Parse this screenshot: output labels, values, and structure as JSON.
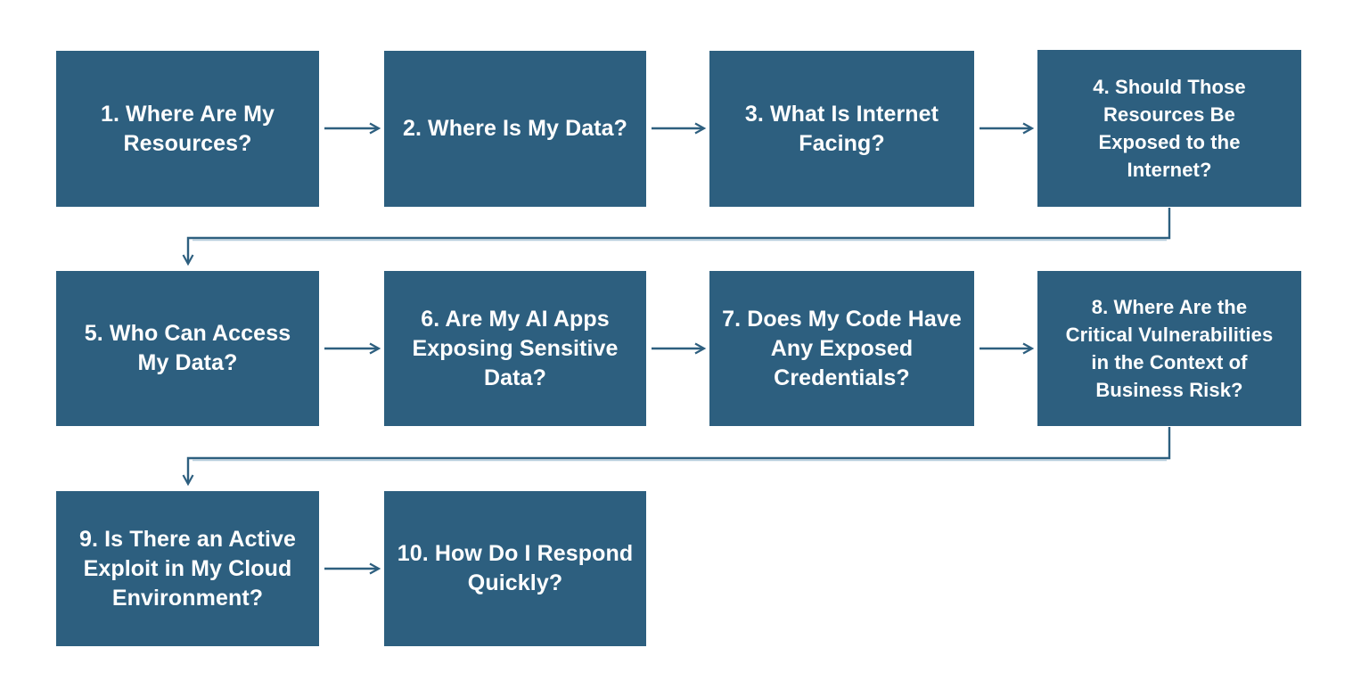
{
  "colors": {
    "box_fill": "#2d5f7f",
    "box_text": "#ffffff",
    "connector": "#2d5f7f",
    "connector_shadow": "#b9cfde",
    "canvas_bg": "#ffffff"
  },
  "flowchart": {
    "nodes": [
      {
        "id": "1",
        "label": "1. Where Are My\nResources?"
      },
      {
        "id": "2",
        "label": "2. Where Is My Data?"
      },
      {
        "id": "3",
        "label": "3. What Is Internet\nFacing?"
      },
      {
        "id": "4",
        "label": "4. Should Those\nResources Be\nExposed to the\nInternet?"
      },
      {
        "id": "5",
        "label": "5. Who Can Access\nMy Data?"
      },
      {
        "id": "6",
        "label": "6. Are My AI Apps\nExposing Sensitive\nData?"
      },
      {
        "id": "7",
        "label": "7. Does My Code Have\nAny Exposed\nCredentials?"
      },
      {
        "id": "8",
        "label": "8. Where Are the\nCritical Vulnerabilities\nin the Context of\nBusiness Risk?"
      },
      {
        "id": "9",
        "label": "9. Is There an Active\nExploit in My Cloud\nEnvironment?"
      },
      {
        "id": "10",
        "label": "10. How Do I Respond\nQuickly?"
      }
    ],
    "edges": [
      {
        "from": "1",
        "to": "2"
      },
      {
        "from": "2",
        "to": "3"
      },
      {
        "from": "3",
        "to": "4"
      },
      {
        "from": "4",
        "to": "5"
      },
      {
        "from": "5",
        "to": "6"
      },
      {
        "from": "6",
        "to": "7"
      },
      {
        "from": "7",
        "to": "8"
      },
      {
        "from": "8",
        "to": "9"
      },
      {
        "from": "9",
        "to": "10"
      }
    ]
  }
}
